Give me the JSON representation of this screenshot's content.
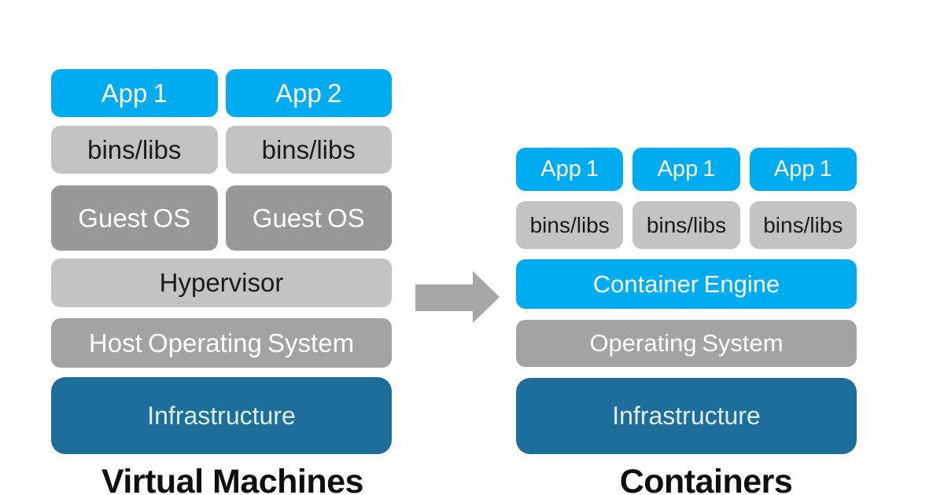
{
  "colors": {
    "app_blue": "#00ACF0",
    "bins_gray": "#C3C3C3",
    "guest_gray": "#989898",
    "os_gray": "#A3A3A3",
    "infra_blue": "#1D6E9B",
    "arrow_gray": "#A7A7A7",
    "title_black": "#0F0F0F",
    "bins_text": "#1B1B1B",
    "infra_text": "#DFEFF8"
  },
  "left_stack": {
    "title": "Virtual Machines",
    "rows": {
      "apps": [
        "App 1",
        "App 2"
      ],
      "bins_libs": [
        "bins/libs",
        "bins/libs"
      ],
      "guest_os": [
        "Guest OS",
        "Guest OS"
      ],
      "hypervisor": "Hypervisor",
      "host_os": "Host Operating System",
      "infrastructure": "Infrastructure"
    }
  },
  "right_stack": {
    "title": "Containers",
    "rows": {
      "apps": [
        "App 1",
        "App 1",
        "App 1"
      ],
      "bins_libs": [
        "bins/libs",
        "bins/libs",
        "bins/libs"
      ],
      "container_engine": "Container Engine",
      "operating_system": "Operating System",
      "infrastructure": "Infrastructure"
    }
  },
  "arrow": {
    "icon": "right-block-arrow"
  }
}
